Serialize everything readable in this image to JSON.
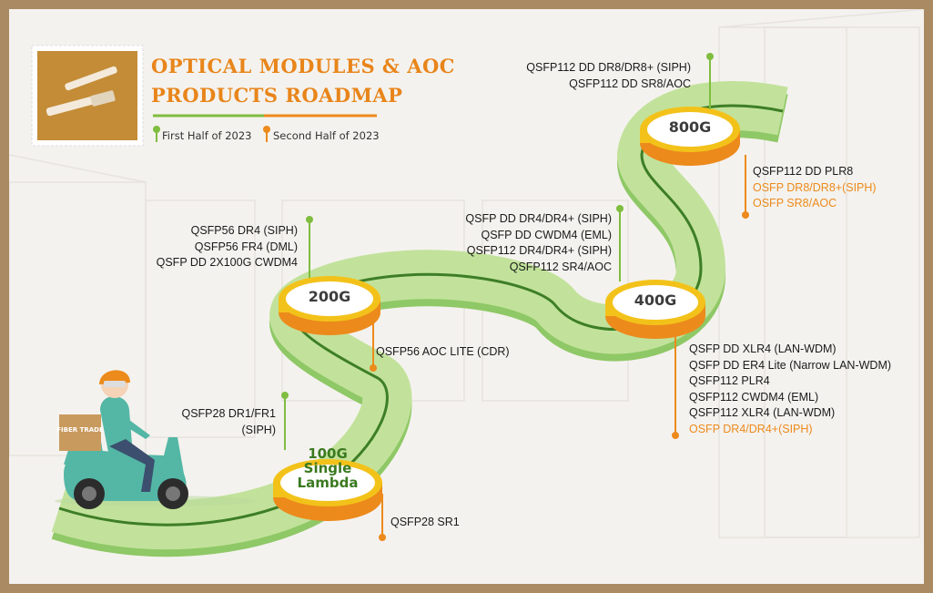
{
  "title_line1": "OPTICAL MODULES & AOC",
  "title_line2": "PRODUCTS ROADMAP",
  "legend": {
    "first": "First Half of 2023",
    "second": "Second Half of 2023",
    "first_color": "#7fbd3f",
    "second_color": "#ec8a1c"
  },
  "milestones": {
    "m100": "100G Single Lambda",
    "m200": "200G",
    "m400": "400G",
    "m800": "800G"
  },
  "groups": {
    "g100_top": [
      "QSFP28 DR1/FR1",
      "(SIPH)"
    ],
    "g100_bottom": [
      "QSFP28 SR1"
    ],
    "g200_top": [
      "QSFP56 DR4 (SIPH)",
      "QSFP56 FR4 (DML)",
      "QSFP DD 2X100G CWDM4"
    ],
    "g200_bottom": [
      "QSFP56 AOC LITE (CDR)"
    ],
    "g400_top": [
      "QSFP DD DR4/DR4+ (SIPH)",
      "QSFP DD CWDM4 (EML)",
      "QSFP112 DR4/DR4+ (SIPH)",
      "QSFP112 SR4/AOC"
    ],
    "g400_bottom": [
      "QSFP DD XLR4 (LAN-WDM)",
      "QSFP DD ER4 Lite (Narrow LAN-WDM)",
      "QSFP112 PLR4",
      "QSFP112 CWDM4 (EML)",
      "QSFP112 XLR4 (LAN-WDM)"
    ],
    "g400_bottom_orange": [
      "OSFP DR4/DR4+(SIPH)"
    ],
    "g800_top": [
      "QSFP112 DD DR8/DR8+ (SIPH)",
      "QSFP112 DD SR8/AOC"
    ],
    "g800_bottom": [
      "QSFP112 DD PLR8"
    ],
    "g800_bottom_orange": [
      "OSFP DR8/DR8+(SIPH)",
      "OSFP SR8/AOC"
    ]
  },
  "box_text": "FIBER TRADE"
}
